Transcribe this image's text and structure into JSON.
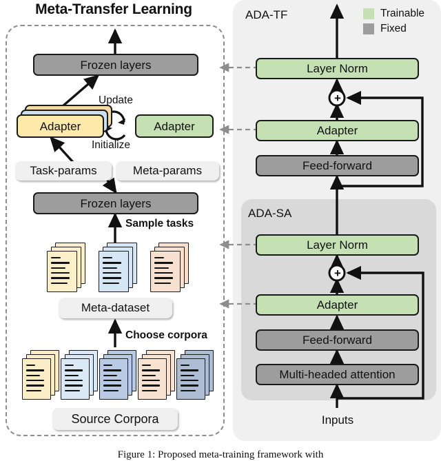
{
  "left": {
    "title": "Meta-Transfer Learning",
    "frozen_top": "Frozen layers",
    "adapter_task": "Adapter",
    "adapter_meta": "Adapter",
    "update_label": "Update",
    "initialize_label": "Initialize",
    "task_params": "Task-params",
    "meta_params": "Meta-params",
    "frozen_mid": "Frozen layers",
    "sample_tasks_label": "Sample tasks",
    "meta_dataset": "Meta-dataset",
    "choose_corpora_label": "Choose corpora",
    "source_corpora": "Source Corpora",
    "meta_dataset_stacks": [
      {
        "name": "meta-dataset-stack-yellow",
        "color": "#fbefc9"
      },
      {
        "name": "meta-dataset-stack-blue",
        "color": "#d6e6f5"
      },
      {
        "name": "meta-dataset-stack-peach",
        "color": "#f7e0cf"
      }
    ],
    "source_corpora_stacks": [
      {
        "name": "source-corpus-stack-yellow",
        "color": "#fbeec7"
      },
      {
        "name": "source-corpus-stack-lightblue",
        "color": "#dbe8f6"
      },
      {
        "name": "source-corpus-stack-blue",
        "color": "#b9cbe4"
      },
      {
        "name": "source-corpus-stack-peach",
        "color": "#f8e2d1"
      },
      {
        "name": "source-corpus-stack-slate",
        "color": "#aebdd4"
      }
    ]
  },
  "right": {
    "ada_tf_label": "ADA-TF",
    "ada_sa_label": "ADA-SA",
    "legend": [
      {
        "label": "Trainable",
        "color": "#c5e0b3"
      },
      {
        "label": "Fixed",
        "color": "#9d9d9d"
      }
    ],
    "ada_tf": {
      "layer_norm": "Layer Norm",
      "adapter": "Adapter",
      "feed_forward": "Feed-forward",
      "add_symbol": "+"
    },
    "ada_sa": {
      "layer_norm": "Layer Norm",
      "adapter": "Adapter",
      "feed_forward": "Feed-forward",
      "attention": "Multi-headed attention",
      "add_symbol": "+"
    },
    "inputs_label": "Inputs"
  },
  "caption": "Figure 1:  Proposed meta-training framework with"
}
